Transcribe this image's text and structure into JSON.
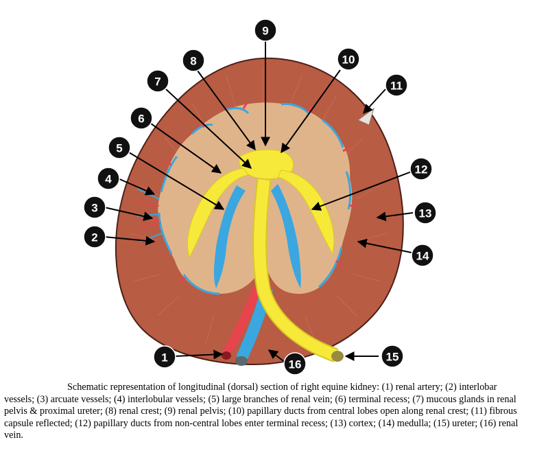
{
  "labels": [
    "1",
    "2",
    "3",
    "4",
    "5",
    "6",
    "7",
    "8",
    "9",
    "10",
    "11",
    "12",
    "13",
    "14",
    "15",
    "16"
  ],
  "caption": "Schematic representation of longitudinal (dorsal) section of right equine kidney: (1) renal artery; (2) interlobar vessels; (3) arcuate vessels; (4) interlobular vessels; (5) large branches of renal vein; (6) terminal recess; (7) mucous glands in renal pelvis & proximal ureter; (8) renal crest; (9) renal pelvis; (10) papillary ducts from central lobes open along renal crest; (11) fibrous capsule reflected; (12) papillary ducts from non-central lobes enter terminal recess; (13) cortex; (14) medulla; (15) ureter; (16) renal vein.",
  "colors": {
    "cortex": "#b85c44",
    "cortex_outline": "#4a2018",
    "medulla": "#e0b48a",
    "pelvis": "#f7e93a",
    "vein": "#3aa7e0",
    "artery": "#e8444e",
    "label_circle": "#111111"
  }
}
